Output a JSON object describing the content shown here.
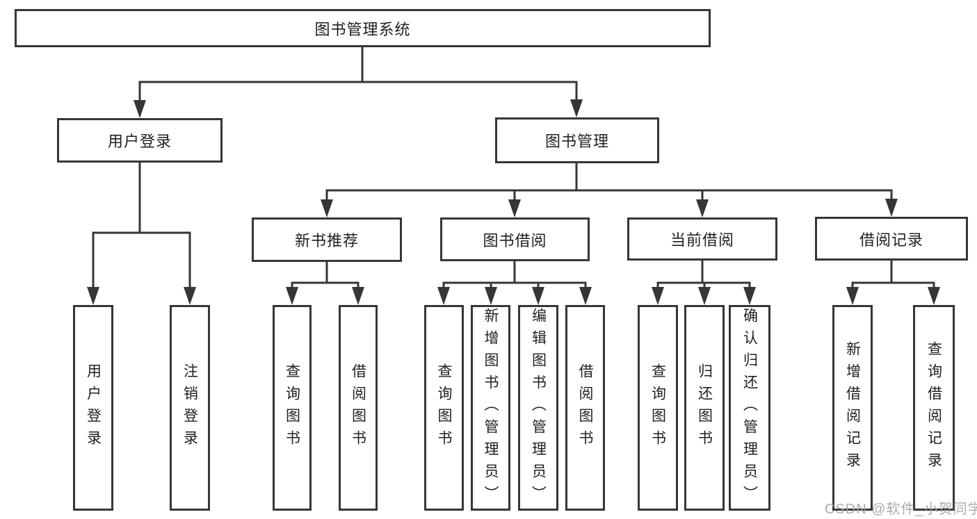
{
  "diagram": {
    "title": "图书管理系统",
    "level2": {
      "user_login": "用户登录",
      "book_management": "图书管理"
    },
    "level3": {
      "new_book_recommend": "新书推荐",
      "book_borrow": "图书借阅",
      "current_borrow": "当前借阅",
      "borrow_records": "借阅记录"
    },
    "leaves": {
      "user_login_children": [
        "用户登录",
        "注销登录"
      ],
      "new_book_recommend_children": [
        "查询图书",
        "借阅图书"
      ],
      "book_borrow_children": [
        "查询图书",
        "新增图书（管理员）",
        "编辑图书（管理员）",
        "借阅图书"
      ],
      "current_borrow_children": [
        "查询图书",
        "归还图书",
        "确认归还（管理员）"
      ],
      "borrow_records_children": [
        "新增借阅记录",
        "查询借阅记录"
      ]
    }
  },
  "watermark": {
    "text": "CSDN @软件_小贺同学"
  },
  "colors": {
    "line": "#363636",
    "text": "#1f1f1f",
    "watermark": "#a3a3a3",
    "background": "#ffffff"
  }
}
